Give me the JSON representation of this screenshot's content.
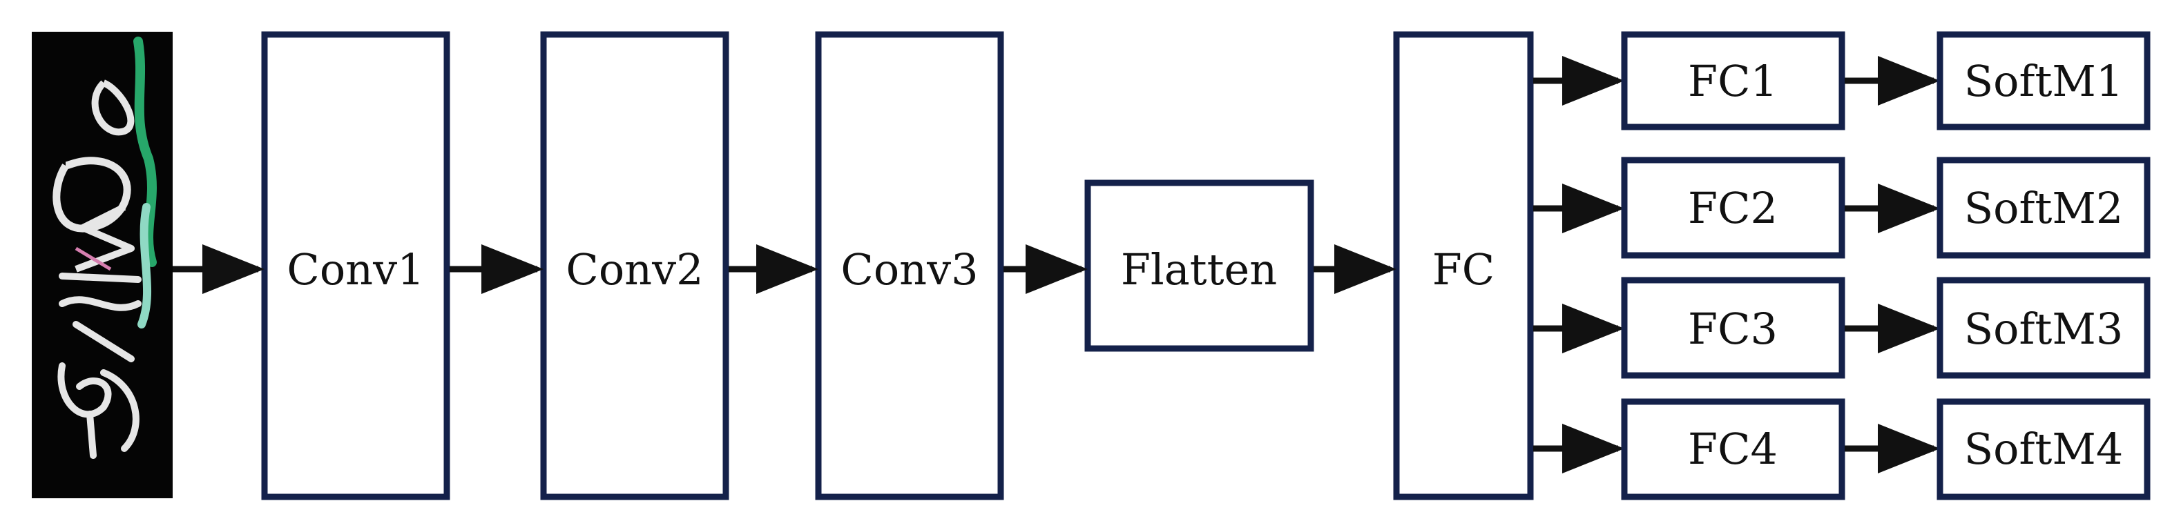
{
  "colors": {
    "box_stroke": "#14214a",
    "arrow": "#111111",
    "text": "#111111",
    "captcha_bg": "#050505",
    "captcha_stroke_light": "#e6e6e6",
    "captcha_stroke_green": "#27a76a",
    "captcha_stroke_teal": "#8fd9c4",
    "captcha_stroke_pink": "#d67fb0"
  },
  "input_image": {
    "description_icon": "captcha-image",
    "text": "sdM0"
  },
  "layers": {
    "conv1": "Conv1",
    "conv2": "Conv2",
    "conv3": "Conv3",
    "flatten": "Flatten",
    "fc": "FC"
  },
  "heads": [
    {
      "fc": "FC1",
      "softmax": "SoftM1"
    },
    {
      "fc": "FC2",
      "softmax": "SoftM2"
    },
    {
      "fc": "FC3",
      "softmax": "SoftM3"
    },
    {
      "fc": "FC4",
      "softmax": "SoftM4"
    }
  ]
}
